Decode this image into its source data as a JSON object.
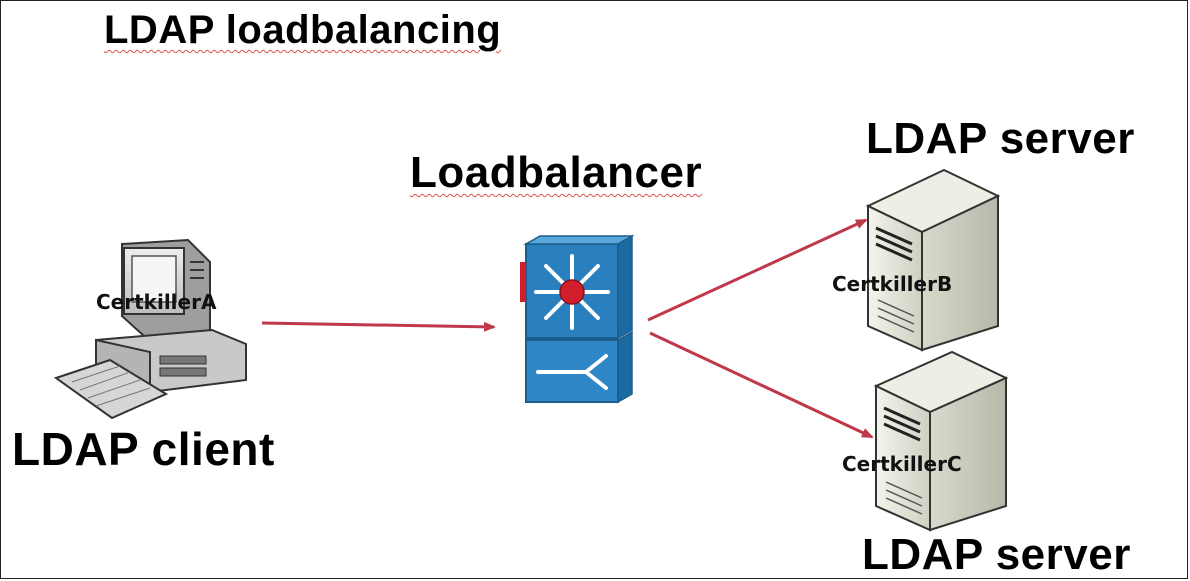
{
  "title": "LDAP loadbalancing",
  "loadbalancer": {
    "label": "Loadbalancer",
    "icon": "multilayer-switch-icon"
  },
  "client": {
    "label": "LDAP client",
    "name": "CertkillerA",
    "icon": "workstation-icon"
  },
  "servers": [
    {
      "label": "LDAP server",
      "name": "CertkillerB",
      "icon": "server-tower-icon"
    },
    {
      "label": "LDAP server",
      "name": "CertkillerC",
      "icon": "server-tower-icon"
    }
  ],
  "colors": {
    "arrow": "#c0394b",
    "switch_blue": "#2a7fbf",
    "server_body": "#e8e8dc",
    "squiggle": "#d9534f"
  }
}
